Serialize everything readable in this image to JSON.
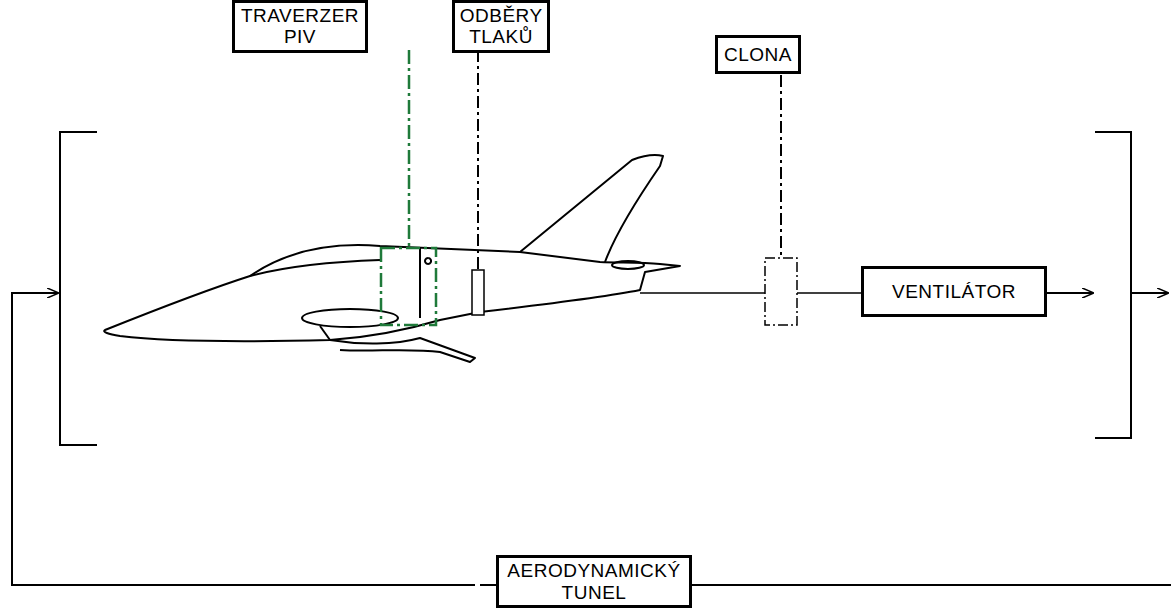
{
  "diagram": {
    "nodes": [
      {
        "text": [
          "TRAVERZER PIV"
        ]
      },
      {
        "text": [
          "ODBĚRY TLAKŮ"
        ]
      },
      {
        "text": [
          "CLONA"
        ]
      },
      {
        "text": [
          "VENTILÁTOR"
        ]
      },
      {
        "text": [
          "AERODYNAMICKÝ TUNEL"
        ]
      }
    ]
  }
}
